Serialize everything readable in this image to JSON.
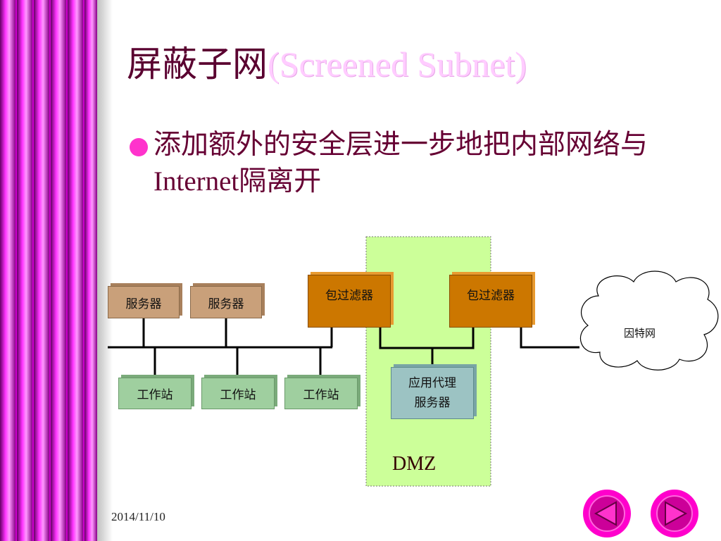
{
  "title": {
    "cn": "屏蔽子网",
    "en": "(Screened Subnet)"
  },
  "bullet": {
    "part1": "添加额外的安全层进一步地把内部网络与",
    "en": "Internet",
    "part2": "隔离开"
  },
  "diagram": {
    "servers": [
      "服务器",
      "服务器"
    ],
    "workstations": [
      "工作站",
      "工作站",
      "工作站"
    ],
    "filter_left": "包过滤器",
    "filter_right": "包过滤器",
    "proxy_line1": "应用代理",
    "proxy_line2": "服务器",
    "dmz": "DMZ",
    "internet": "因特网"
  },
  "footer": {
    "date": "2014/11/10"
  },
  "colors": {
    "accent": "#ff00cc",
    "stripe": "#cc00cc",
    "dmz_bg": "#ccff99",
    "title": "#5a0030"
  },
  "nav": {
    "prev_icon": "triangle-left-icon",
    "next_icon": "triangle-right-icon"
  }
}
